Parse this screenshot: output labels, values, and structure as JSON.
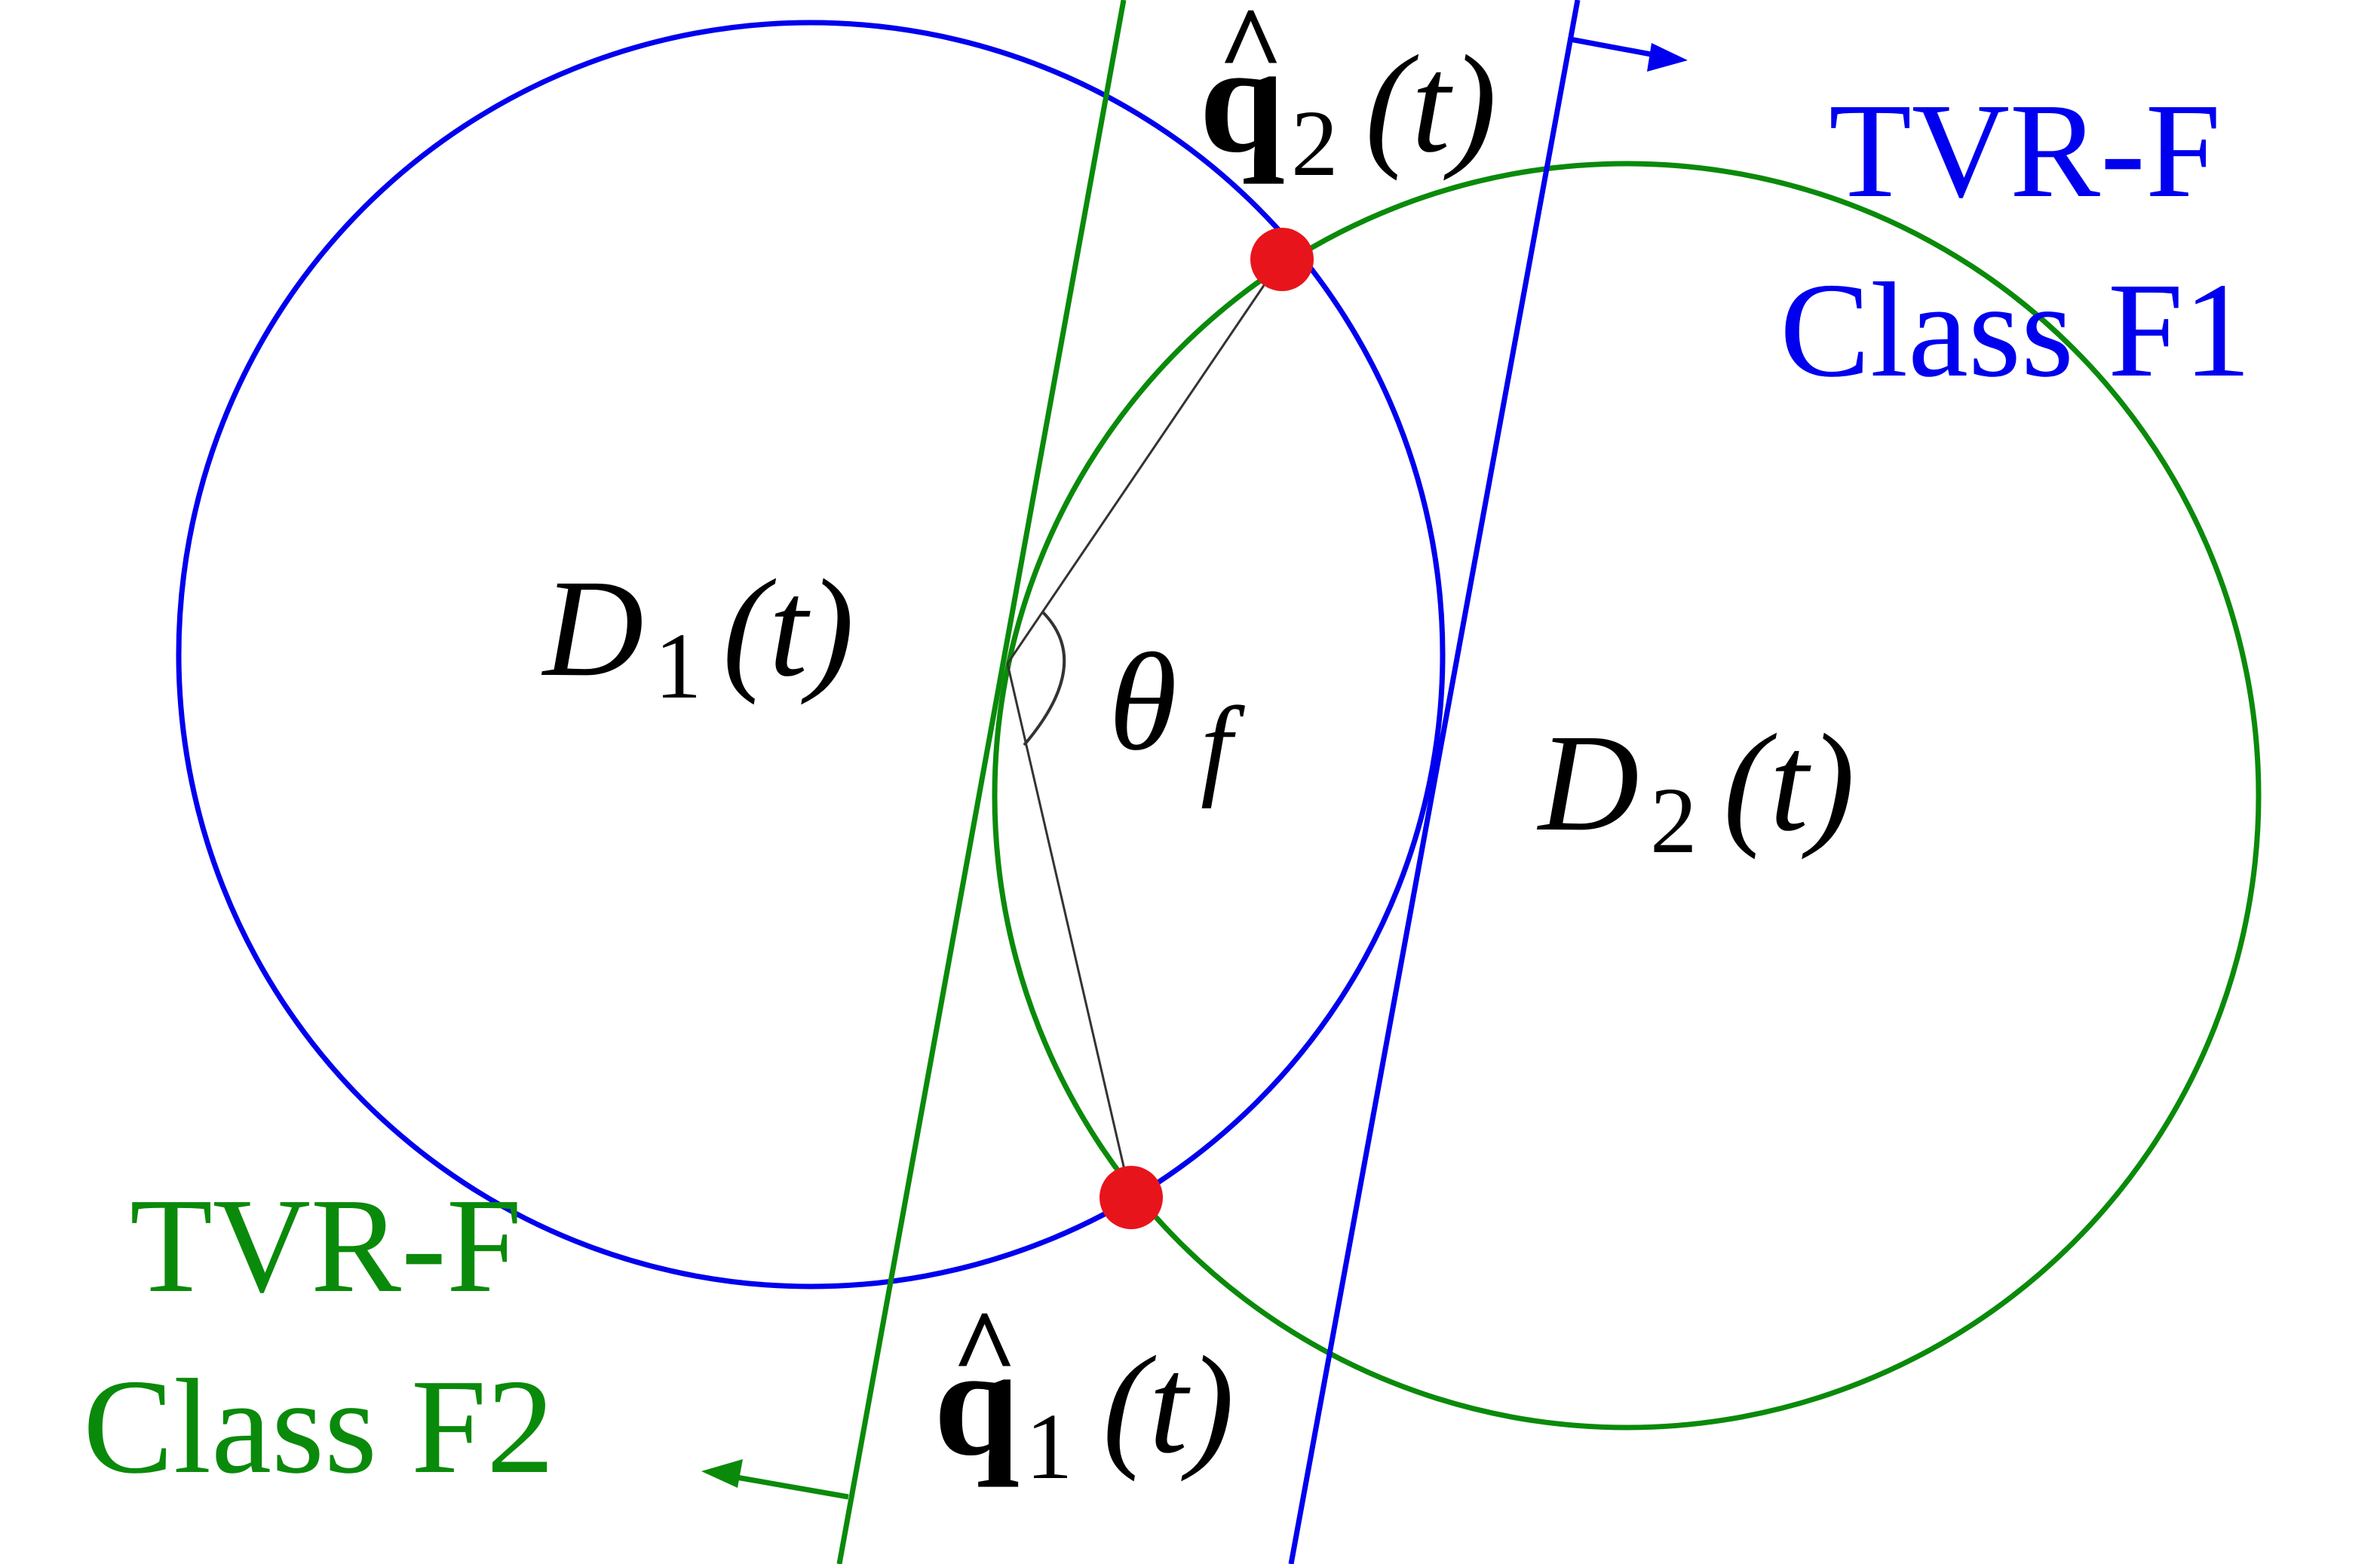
{
  "colors": {
    "class_f1": "#0000ee",
    "class_f2": "#0a8a0a",
    "point": "#e8141c",
    "construction": "#333333",
    "text": "#000000"
  },
  "labels": {
    "class_f1_line1": "TVR-F",
    "class_f1_line2": "Class F1",
    "class_f2_line1": "TVR-F",
    "class_f2_line2": "Class F2"
  },
  "math": {
    "q_symbol": "q",
    "q_hat": "^",
    "q2_subscript": "2",
    "q1_subscript": "1",
    "time_arg": "(t)",
    "d_symbol": "D",
    "d1_subscript": "1",
    "d2_subscript": "2",
    "theta": "θ",
    "theta_subscript": "f"
  }
}
